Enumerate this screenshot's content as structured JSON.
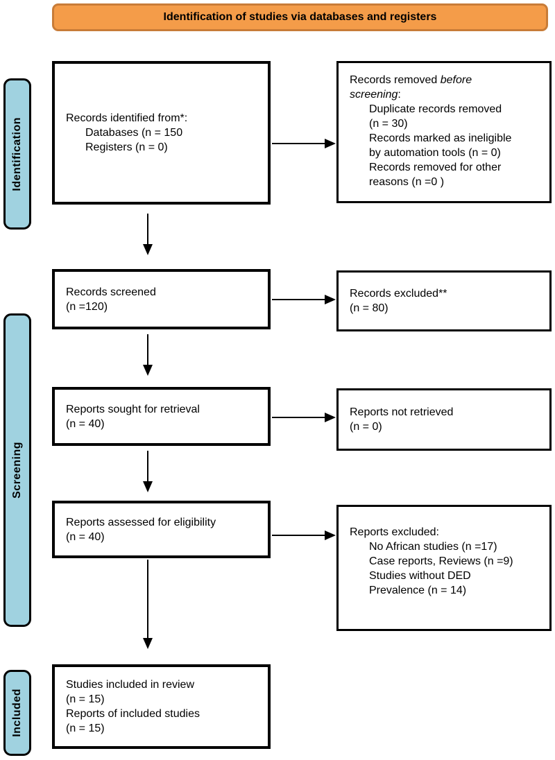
{
  "banner": {
    "title": "Identification of studies via databases and registers"
  },
  "colors": {
    "banner_fill": "#F49C49",
    "banner_border": "#C87C38",
    "sidebar_fill": "#A0D2E0",
    "box_border": "#000000"
  },
  "sidebar": {
    "identification": "Identification",
    "screening": "Screening",
    "included": "Included"
  },
  "boxes": {
    "records_identified": {
      "lines": [
        {
          "text": "Records identified from*:",
          "indent": 0
        },
        {
          "text": "Databases (n = 150",
          "indent": 1
        },
        {
          "text": "Registers (n = 0)",
          "indent": 1
        }
      ]
    },
    "records_removed": {
      "lines": [
        {
          "parts": [
            {
              "text": "Records removed ",
              "italic": false
            },
            {
              "text": "before",
              "italic": true
            }
          ],
          "indent": 0
        },
        {
          "parts": [
            {
              "text": "screening",
              "italic": true
            },
            {
              "text": ":",
              "italic": false
            }
          ],
          "indent": 0
        },
        {
          "text": "Duplicate records removed",
          "indent": 1
        },
        {
          "text": "(n = 30)",
          "indent": 1
        },
        {
          "text": "Records marked as ineligible",
          "indent": 1
        },
        {
          "text": "by automation tools (n = 0)",
          "indent": 1
        },
        {
          "text": "Records removed for other",
          "indent": 1
        },
        {
          "text": "reasons (n =0 )",
          "indent": 1
        }
      ]
    },
    "records_screened": {
      "lines": [
        {
          "text": "Records screened",
          "indent": 0
        },
        {
          "text": "(n =120)",
          "indent": 0
        }
      ]
    },
    "records_excluded": {
      "lines": [
        {
          "text": "Records excluded**",
          "indent": 0
        },
        {
          "text": "(n = 80)",
          "indent": 0
        }
      ]
    },
    "reports_sought": {
      "lines": [
        {
          "text": "Reports sought for retrieval",
          "indent": 0
        },
        {
          "text": "(n = 40)",
          "indent": 0
        }
      ]
    },
    "reports_not_retrieved": {
      "lines": [
        {
          "text": "Reports not retrieved",
          "indent": 0
        },
        {
          "text": "(n = 0)",
          "indent": 0
        }
      ]
    },
    "reports_assessed": {
      "lines": [
        {
          "text": "Reports assessed for eligibility",
          "indent": 0
        },
        {
          "text": "(n = 40)",
          "indent": 0
        }
      ]
    },
    "reports_excluded": {
      "lines": [
        {
          "text": "Reports excluded:",
          "indent": 0
        },
        {
          "text": "No African studies (n =17)",
          "indent": 1
        },
        {
          "text": "Case reports, Reviews (n =9)",
          "indent": 1
        },
        {
          "text": "Studies without DED",
          "indent": 1
        },
        {
          "text": "Prevalence (n = 14)",
          "indent": 1
        }
      ]
    },
    "studies_included": {
      "lines": [
        {
          "text": "Studies included in review",
          "indent": 0
        },
        {
          "text": "(n = 15)",
          "indent": 0
        },
        {
          "text": "Reports of included studies",
          "indent": 0
        },
        {
          "text": "(n = 15)",
          "indent": 0
        }
      ]
    }
  }
}
